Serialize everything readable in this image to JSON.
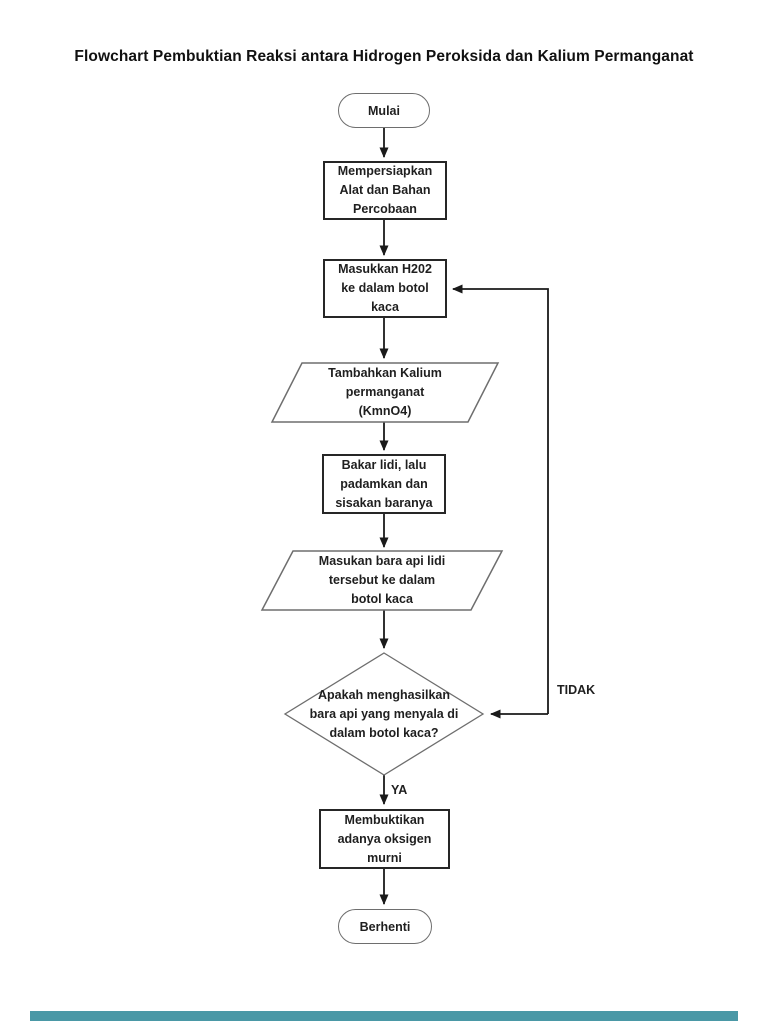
{
  "page": {
    "title": "Flowchart Pembuktian Reaksi antara Hidrogen Peroksida dan Kalium Permanganat",
    "background_color": "#ffffff",
    "next_page_strip_color": "#4a98a6"
  },
  "colors": {
    "process_border": "#262626",
    "thin_outline": "#6e6e6e",
    "arrow": "#1a1a1a",
    "text": "#1f1f1f"
  },
  "flowchart": {
    "nodes": {
      "start": {
        "type": "terminator",
        "label": "Mulai"
      },
      "prepare": {
        "type": "process",
        "lines": [
          "Mempersiapkan",
          "Alat dan Bahan",
          "Percobaan"
        ]
      },
      "insert_h2o2": {
        "type": "process",
        "lines": [
          "Masukkan H202",
          "ke dalam botol",
          "kaca"
        ]
      },
      "add_kmno4": {
        "type": "input-output",
        "lines": [
          "Tambahkan Kalium",
          "permanganat",
          "(KmnO4)"
        ]
      },
      "burn_stick": {
        "type": "process",
        "lines": [
          "Bakar lidi, lalu",
          "padamkan dan",
          "sisakan baranya"
        ]
      },
      "insert_ember": {
        "type": "input-output",
        "lines": [
          "Masukan bara api lidi",
          "tersebut ke dalam",
          "botol kaca"
        ]
      },
      "decision": {
        "type": "decision",
        "lines": [
          "Apakah menghasilkan",
          "bara api yang menyala di",
          "dalam botol kaca?"
        ]
      },
      "prove_oxygen": {
        "type": "process",
        "lines": [
          "Membuktikan",
          "adanya oksigen",
          "murni"
        ]
      },
      "end": {
        "type": "terminator",
        "label": "Berhenti"
      }
    },
    "edge_labels": {
      "no": "TIDAK",
      "yes": "YA"
    }
  }
}
